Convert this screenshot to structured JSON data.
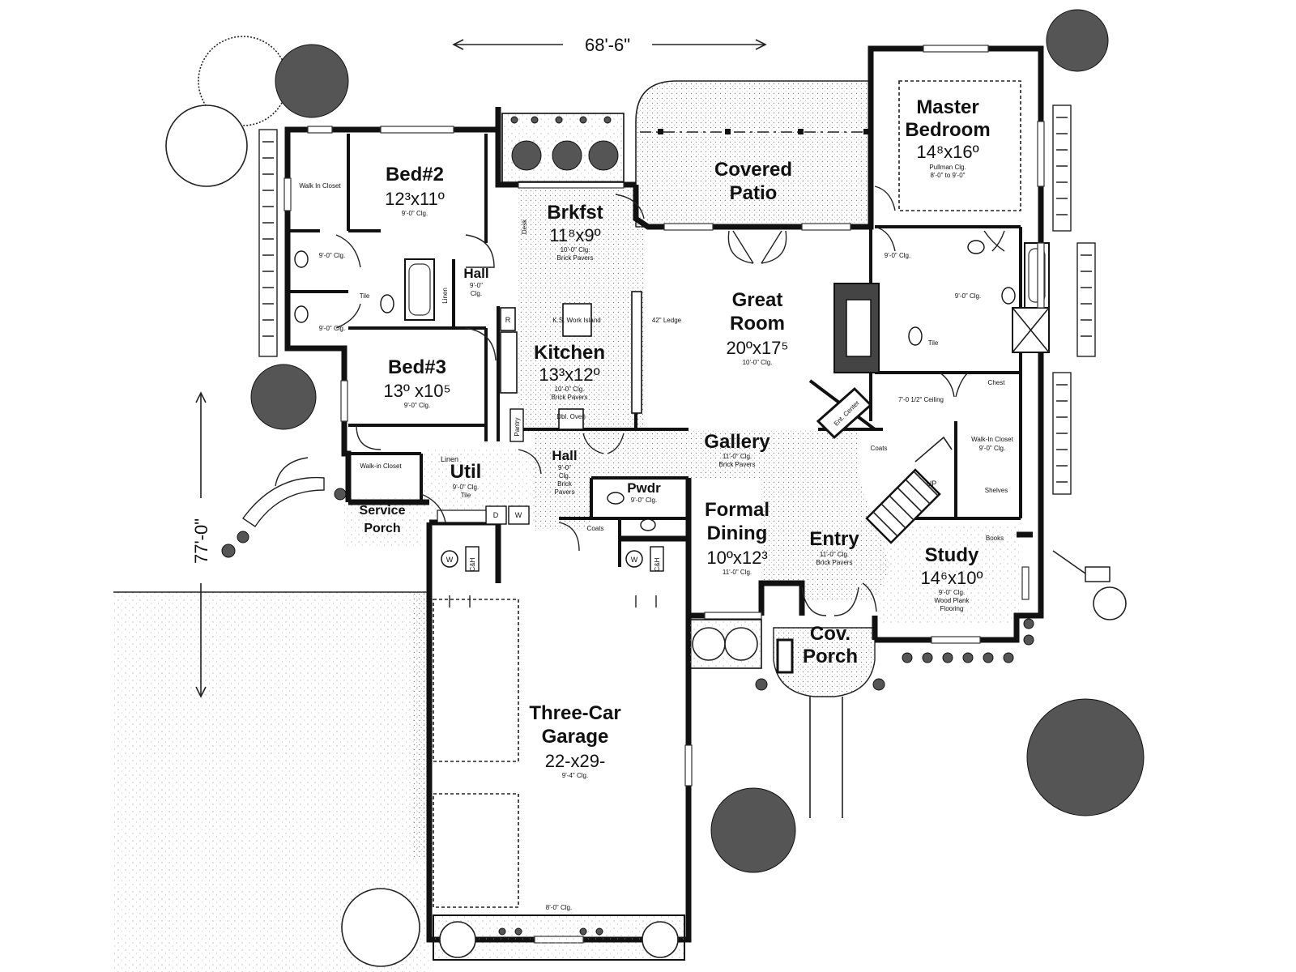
{
  "dimensions": {
    "width_label": "68'-6\"",
    "depth_label": "77'-0\""
  },
  "rooms": {
    "bed2": {
      "name": "Bed#2",
      "size": "12³x11º",
      "ceiling": "9'-0\" Clg."
    },
    "bed3": {
      "name": "Bed#3",
      "size": "13º x10⁵",
      "ceiling": "9'-0\" Clg."
    },
    "brkfst": {
      "name": "Brkfst",
      "size": "11⁸x9º",
      "ceiling": "10'-0\" Clg.",
      "floor": "Brick Pavers"
    },
    "kitchen": {
      "name": "Kitchen",
      "size": "13³x12º",
      "ceiling": "10'-0\" Clg.",
      "floor": "Brick Pavers"
    },
    "covered_patio": {
      "name_line1": "Covered",
      "name_line2": "Patio"
    },
    "great_room": {
      "name_line1": "Great",
      "name_line2": "Room",
      "size": "20ºx17⁵",
      "ceiling": "10'-0\" Clg."
    },
    "master": {
      "name_line1": "Master",
      "name_line2": "Bedroom",
      "size": "14⁸x16º",
      "ceiling_line1": "Pullman Clg.",
      "ceiling_line2": "8'-0\" to 9'-0\""
    },
    "gallery": {
      "name": "Gallery",
      "ceiling": "11'-0\" Clg.",
      "floor": "Brick Pavers"
    },
    "util": {
      "name": "Util",
      "ceiling": "9'-0\" Clg.",
      "floor": "Tile"
    },
    "hall_lower": {
      "name": "Hall",
      "ceiling_line1": "9'-0\"",
      "ceiling_line2": "Clg.",
      "floor_line1": "Brick",
      "floor_line2": "Pavers"
    },
    "hall_upper": {
      "name": "Hall",
      "ceiling_line1": "9'-0\"",
      "ceiling_line2": "Clg."
    },
    "pwdr": {
      "name": "Pwdr",
      "ceiling": "9'-0\" Clg."
    },
    "formal_dining": {
      "name_line1": "Formal",
      "name_line2": "Dining",
      "size": "10ºx12³",
      "ceiling": "11'-0\" Clg."
    },
    "entry": {
      "name": "Entry",
      "ceiling": "11'-0\" Clg.",
      "floor": "Brick Pavers"
    },
    "study": {
      "name": "Study",
      "size": "14⁶x10º",
      "ceiling": "9'-0\" Clg.",
      "floor_line1": "Wood Plank",
      "floor_line2": "Flooring"
    },
    "service_porch": {
      "name_line1": "Service",
      "name_line2": "Porch"
    },
    "cov_porch": {
      "name_line1": "Cov.",
      "name_line2": "Porch"
    },
    "garage": {
      "name_line1": "Three-Car",
      "name_line2": "Garage",
      "size": "22-x29-",
      "ceiling": "9'-4\" Clg.",
      "rear_ceiling": "8'-0\" Clg."
    }
  },
  "labels": {
    "walk_in_closet_left": "Walk In Closet",
    "walk_in_closet_bed3": "Walk-in Closet",
    "walk_in_closet_master": "Walk-In Closet",
    "walk_in_closet_master_clg": "9'-0\" Clg.",
    "linen_util": "Linen",
    "linen_hall": "Linen",
    "desk": "Desk",
    "pantry": "Pantry",
    "tile_bath": "Tile",
    "tile_master": "Tile",
    "bath_clg_a": "9'-0\" Clg.",
    "bath_clg_b": "9'-0\" Clg.",
    "master_bath_clg": "9'-0\" Clg.",
    "master_wc_clg": "9'-0\" Clg.",
    "ceiling_7": "7'-0 1/2\" Ceiling",
    "ledge": "42\" Ledge",
    "ent_center": "Ent. Center",
    "coats_gallery": "Coats",
    "coats_hall": "Coats",
    "shelves": "Shelves",
    "books": "Books",
    "chest": "Chest",
    "dbl_oven": "Dbl. Oven",
    "ks_work_island": "K.S. Work Island",
    "up": "UP",
    "washer": "W",
    "dryer": "D",
    "w_left": "W",
    "c_left": "C&H",
    "w_right": "W",
    "c_right": "C&H",
    "fridge": "R"
  }
}
